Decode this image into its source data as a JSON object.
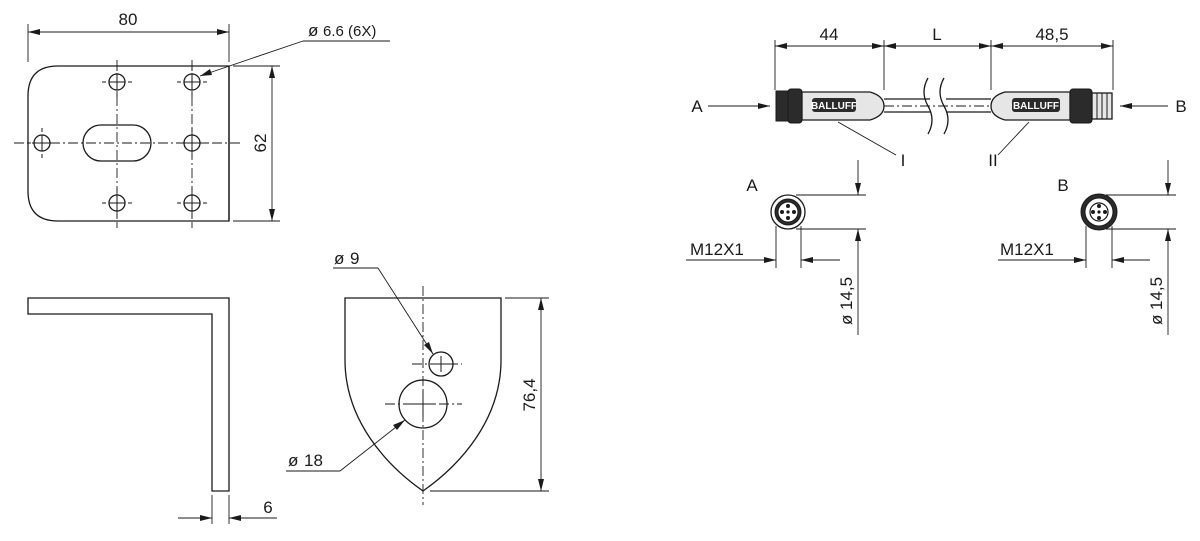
{
  "bracket": {
    "top_view": {
      "width_dim": "80",
      "height_dim": "62",
      "hole_callout": "6.6 (6X)"
    },
    "side_view": {
      "thickness_dim": "6"
    },
    "front_view": {
      "small_hole_dim": "9",
      "large_hole_dim": "18",
      "height_dim": "76,4"
    }
  },
  "cable": {
    "left_len": "44",
    "mid_len": "L",
    "right_len": "48,5",
    "end_a": "A",
    "end_b": "B",
    "brand_left": "BALLUFF",
    "brand_right": "BALLUFF",
    "part_i": "I",
    "part_ii": "II"
  },
  "detail_a": {
    "title": "A",
    "thread": "M12X1",
    "diameter": "14,5"
  },
  "detail_b": {
    "title": "B",
    "thread": "M12X1",
    "diameter": "14,5"
  },
  "symbols": {
    "diameter_glyph": "ø"
  }
}
